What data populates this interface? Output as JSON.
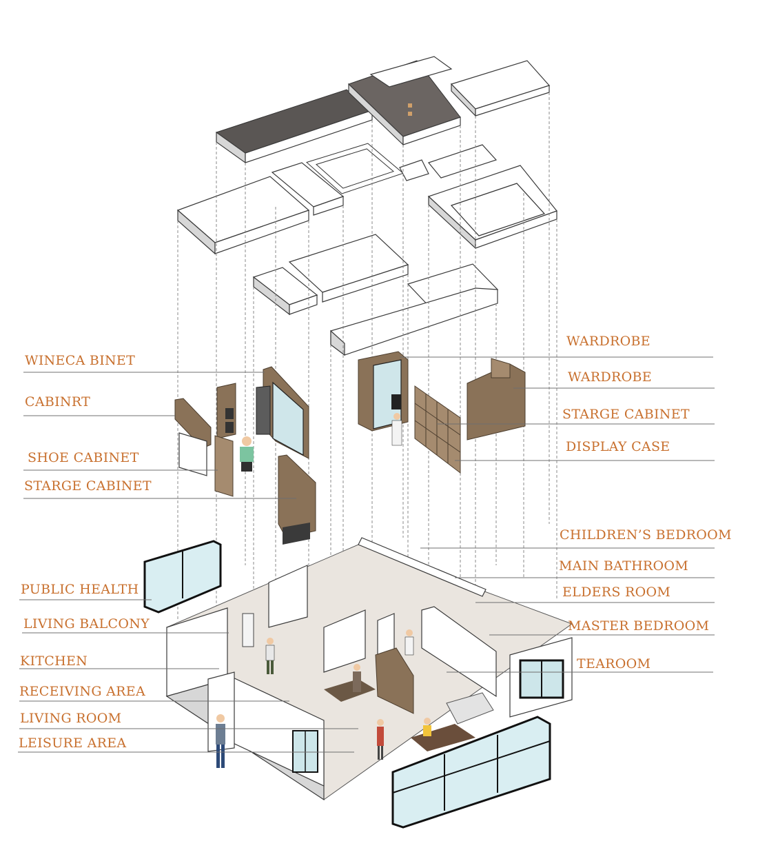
{
  "diagram": {
    "colors": {
      "label": "#c8702e",
      "leader": "#6f6f6f",
      "wood": "#8a7258",
      "glass": "#d9eef2",
      "wall": "#ffffff"
    },
    "labels_left": [
      {
        "id": "wine-cabinet",
        "text": "WINECA BINET"
      },
      {
        "id": "cabinet",
        "text": "CABINRT"
      },
      {
        "id": "shoe-cabinet",
        "text": "SHOE CABINET"
      },
      {
        "id": "storage-cabinet-left",
        "text": "STARGE CABINET"
      },
      {
        "id": "public-health",
        "text": "PUBLIC HEALTH"
      },
      {
        "id": "living-balcony",
        "text": "LIVING BALCONY"
      },
      {
        "id": "kitchen",
        "text": "KITCHEN"
      },
      {
        "id": "receiving-area",
        "text": "RECEIVING AREA"
      },
      {
        "id": "living-room",
        "text": "LIVING ROOM"
      },
      {
        "id": "leisure-area",
        "text": "LEISURE AREA"
      }
    ],
    "labels_right": [
      {
        "id": "wardrobe-1",
        "text": "WARDROBE"
      },
      {
        "id": "wardrobe-2",
        "text": "WARDROBE"
      },
      {
        "id": "storage-cabinet-right",
        "text": "STARGE CABINET"
      },
      {
        "id": "display-case",
        "text": "DISPLAY CASE"
      },
      {
        "id": "childrens-bedroom",
        "text": "CHILDREN’S BEDROOM"
      },
      {
        "id": "main-bathroom",
        "text": "MAIN BATHROOM"
      },
      {
        "id": "elders-room",
        "text": "ELDERS ROOM"
      },
      {
        "id": "master-bedroom",
        "text": "MASTER BEDROOM"
      },
      {
        "id": "tearoom",
        "text": "TEAROOM"
      }
    ]
  }
}
